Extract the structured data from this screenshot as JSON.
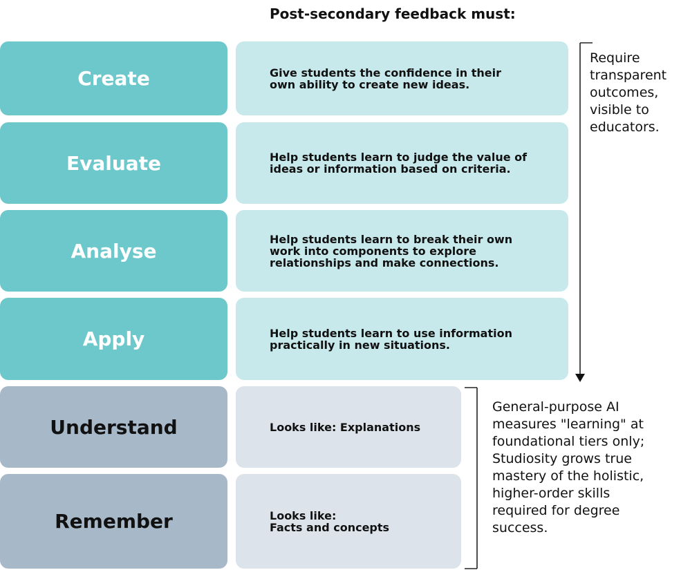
{
  "header": "Post-secondary feedback must:",
  "levels": [
    {
      "name": "Create",
      "description": [
        "Give students the confidence in their",
        "own ability to create new ideas."
      ]
    },
    {
      "name": "Evaluate",
      "description": [
        "Help students learn to judge the value of",
        "ideas or information based on criteria."
      ]
    },
    {
      "name": "Analyse",
      "description": [
        "Help students learn to break their own",
        "work into components to explore",
        "relationships and make connections."
      ]
    },
    {
      "name": "Apply",
      "description": [
        "Help students learn to use information",
        "practically in new situations."
      ]
    },
    {
      "name": "Understand",
      "description": [
        "Looks like: Explanations"
      ]
    },
    {
      "name": "Remember",
      "description": [
        "Looks like:",
        "Facts and concepts"
      ]
    }
  ],
  "notes": {
    "top": "Require transparent outcomes, visible to educators.",
    "bottom": "General-purpose AI measures \"learning\" at foundational tiers only; Studiosity grows true mastery of the holistic, higher-order skills required for degree success."
  },
  "colors": {
    "upper_tier": "#6dc8cb",
    "upper_desc": "#c8e9ec",
    "lower_tier": "#a7b8c9",
    "lower_desc": "#dde3ea"
  }
}
